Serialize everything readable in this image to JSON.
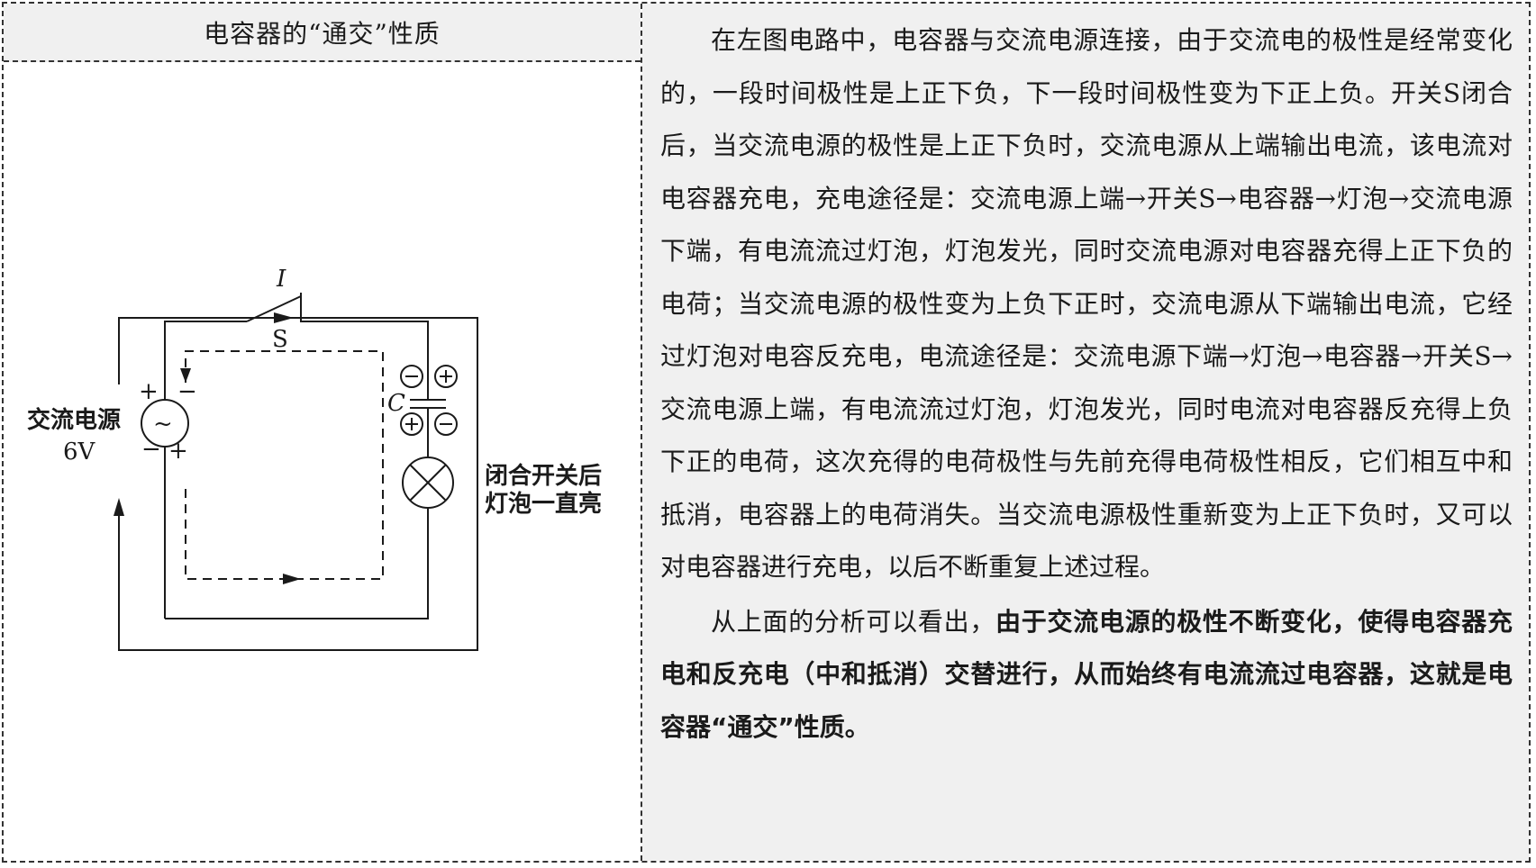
{
  "left_panel": {
    "header": "电容器的“通交”性质",
    "diagram": {
      "current_label": "I",
      "switch_label": "S",
      "capacitor_label": "C",
      "source_name": "交流电源",
      "source_voltage": "6V",
      "source_symbol": "~",
      "lamp_note_line1": "闭合开关后",
      "lamp_note_line2": "灯泡一直亮",
      "plus": "+",
      "minus": "−"
    }
  },
  "right_panel": {
    "paragraph1": "在左图电路中，电容器与交流电源连接，由于交流电的极性是经常变化的，一段时间极性是上正下负，下一段时间极性变为下正上负。开关S闭合后，当交流电源的极性是上正下负时，交流电源从上端输出电流，该电流对电容器充电，充电途径是：交流电源上端→开关S→电容器→灯泡→交流电源下端，有电流流过灯泡，灯泡发光，同时交流电源对电容器充得上正下负的电荷；当交流电源的极性变为上负下正时，交流电源从下端输出电流，它经过灯泡对电容反充电，电流途径是：交流电源下端→灯泡→电容器→开关S→交流电源上端，有电流流过灯泡，灯泡发光，同时电流对电容器反充得上负下正的电荷，这次充得的电荷极性与先前充得电荷极性相反，它们相互中和抵消，电容器上的电荷消失。当交流电源极性重新变为上正下负时，又可以对电容器进行充电，以后不断重复上述过程。",
    "paragraph2_normal": "从上面的分析可以看出，",
    "paragraph2_bold": "由于交流电源的极性不断变化，使得电容器充电和反充电（中和抵消）交替进行，从而始终有电流流过电容器，这就是电容器“通交”性质。"
  }
}
